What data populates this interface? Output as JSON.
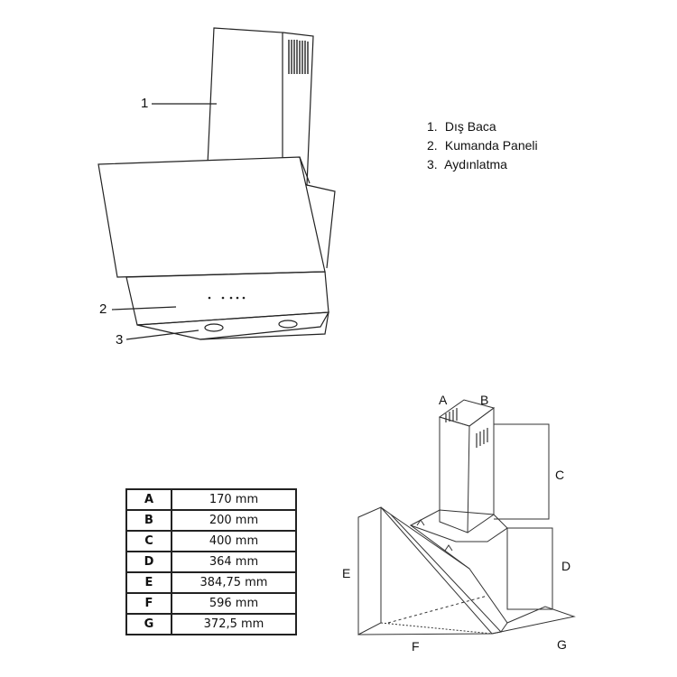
{
  "callouts": {
    "c1": "1",
    "c2": "2",
    "c3": "3"
  },
  "legend": {
    "items": [
      {
        "num": "1.",
        "label": "Dış Baca"
      },
      {
        "num": "2.",
        "label": "Kumanda Paneli"
      },
      {
        "num": "3.",
        "label": "Aydınlatma"
      }
    ]
  },
  "dimension_labels": {
    "A": "A",
    "B": "B",
    "C": "C",
    "D": "D",
    "E": "E",
    "F": "F",
    "G": "G"
  },
  "table": {
    "rows": [
      {
        "key": "A",
        "value": "170 mm"
      },
      {
        "key": "B",
        "value": "200 mm"
      },
      {
        "key": "C",
        "value": "400 mm"
      },
      {
        "key": "D",
        "value": "364 mm"
      },
      {
        "key": "E",
        "value": "384,75 mm"
      },
      {
        "key": "F",
        "value": "596 mm"
      },
      {
        "key": "G",
        "value": "372,5 mm"
      }
    ]
  }
}
